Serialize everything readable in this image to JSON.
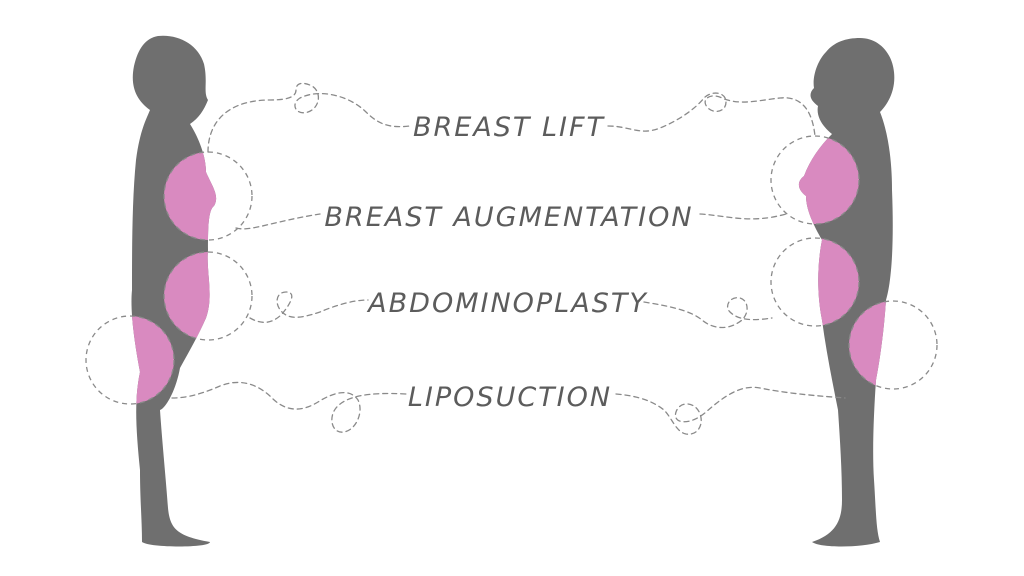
{
  "colors": {
    "background": "#ffffff",
    "silhouette": "#6f6f6f",
    "highlight": "#d98ac0",
    "label_text": "#5c5c5c",
    "dashed_line": "#8a8a8a"
  },
  "procedures": [
    {
      "id": "breast-lift",
      "label": "BREAST LIFT"
    },
    {
      "id": "breast-augmentation",
      "label": "BREAST AUGMENTATION"
    },
    {
      "id": "abdominoplasty",
      "label": "ABDOMINOPLASTY"
    },
    {
      "id": "liposuction",
      "label": "LIPOSUCTION"
    }
  ]
}
